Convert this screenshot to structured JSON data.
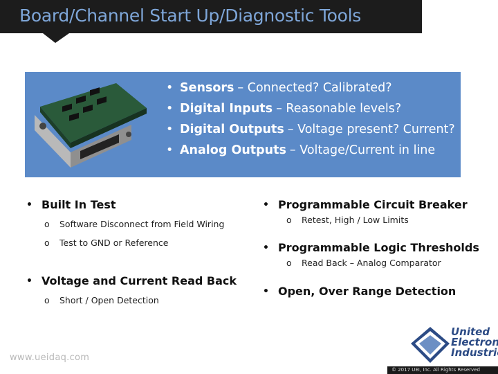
{
  "title": "Board/Channel Start Up/Diagnostic Tools",
  "panel_items": [
    {
      "bold": "Sensors",
      "rest": "– Connected? Calibrated?"
    },
    {
      "bold": "Digital Inputs",
      "rest": "– Reasonable levels?"
    },
    {
      "bold": "Digital Outputs",
      "rest": "– Voltage present? Current?"
    },
    {
      "bold": "Analog Outputs",
      "rest": "– Voltage/Current in line"
    }
  ],
  "left": {
    "built_in_test": "Built In Test",
    "sub1": "Software Disconnect from Field Wiring",
    "sub2": "Test to GND or Reference",
    "voltage_readback": "Voltage and Current Read Back",
    "sub3": "Short / Open Detection"
  },
  "right": {
    "breaker": "Programmable Circuit Breaker",
    "sub1": "Retest, High / Low Limits",
    "thresholds": "Programmable Logic Thresholds",
    "sub2": "Read Back – Analog Comparator",
    "open_detect": "Open, Over Range Detection"
  },
  "footer": {
    "url": "www.ueidaq.com",
    "logo_line1": "United",
    "logo_line2": "Electronic",
    "logo_line3": "Industries",
    "copyright": "© 2017 UEI, Inc. All Rights Reserved"
  },
  "colors": {
    "title_bg": "#1c1c1c",
    "title_text": "#7ea6d8",
    "panel_bg": "#5b8ac8",
    "logo": "#2c4b85"
  }
}
